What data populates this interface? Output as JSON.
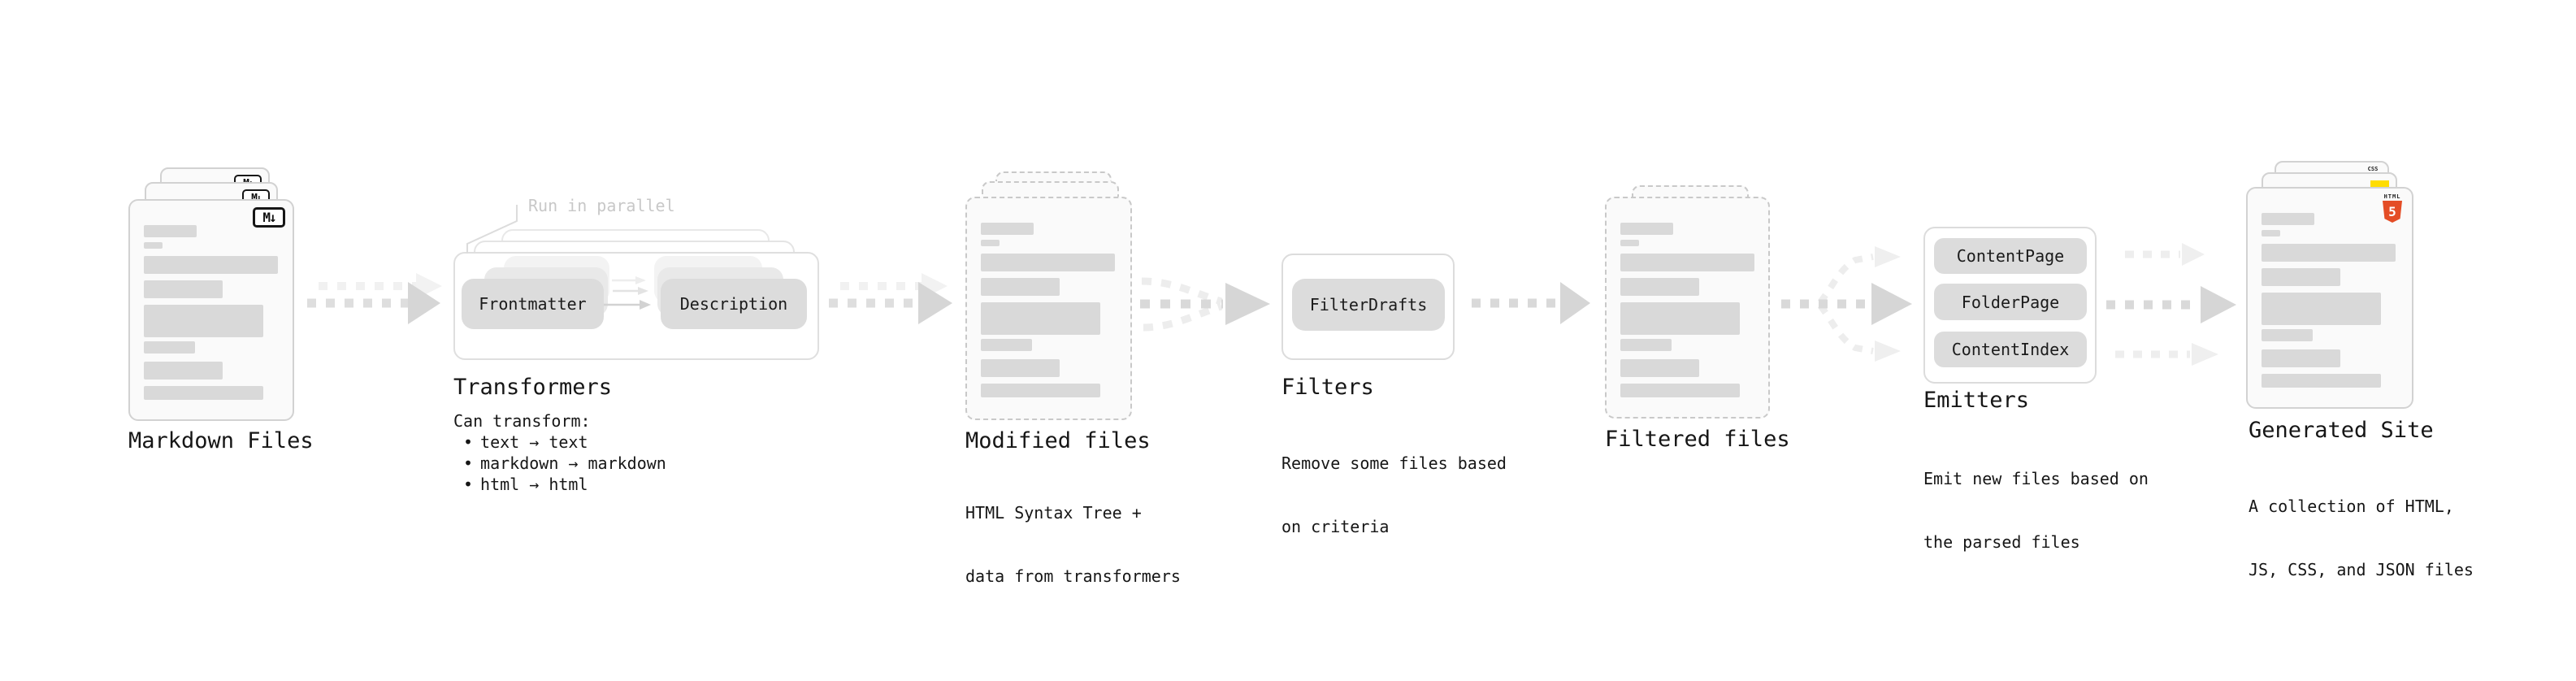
{
  "glyphs": {
    "bullet": "•",
    "markdown_logo": "M↓",
    "html5_text": "HTML",
    "html5_number": "5",
    "css_badge": "CSS"
  },
  "colors": {
    "text_black": "#161616",
    "annotation_gray": "#c8c8c8",
    "skeleton_gray": "#d9d9d9",
    "card_border": "#d2d2d2",
    "dashed_border": "#c9c9c9",
    "pill_gray": "#dcdcdc",
    "arrow_dark": "#d9d9d9",
    "arrow_light": "#efefef",
    "html5_orange": "#e44d26",
    "js_yellow": "#ffdd00",
    "css_blue": "#2964d8"
  },
  "stages": {
    "markdown": {
      "label": "Markdown Files"
    },
    "transformers": {
      "label": "Transformers",
      "annotation": "Run in parallel",
      "pill_left": "Frontmatter",
      "pill_right": "Description",
      "sub_heading": "Can transform:",
      "bullets": [
        "text → text",
        "markdown → markdown",
        "html → html"
      ]
    },
    "modified": {
      "label": "Modified files",
      "sublines": [
        "HTML Syntax Tree +",
        "data from transformers"
      ]
    },
    "filters": {
      "label": "Filters",
      "pill": "FilterDrafts",
      "sublines": [
        "Remove some files based",
        "on criteria"
      ]
    },
    "filtered": {
      "label": "Filtered files"
    },
    "emitters": {
      "label": "Emitters",
      "pills": [
        "ContentPage",
        "FolderPage",
        "ContentIndex"
      ],
      "sublines": [
        "Emit new files based on",
        "the parsed files"
      ]
    },
    "generated": {
      "label": "Generated Site",
      "sublines": [
        "A collection of HTML,",
        "JS, CSS, and JSON files"
      ]
    }
  }
}
